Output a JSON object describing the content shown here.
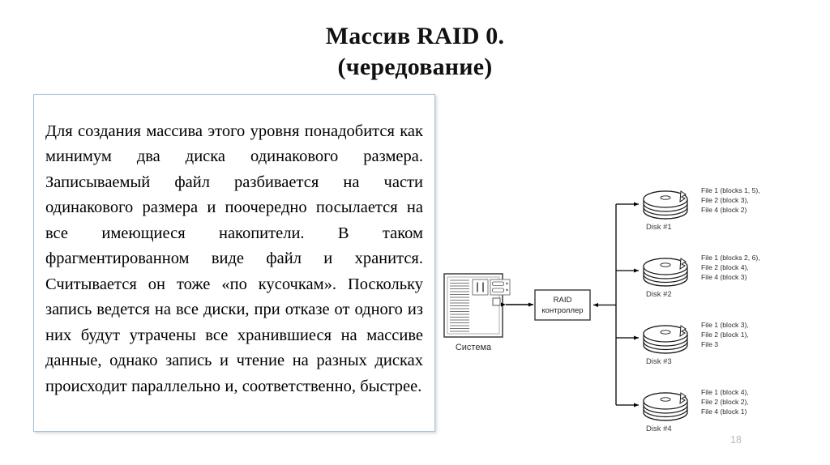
{
  "slide": {
    "title_line_1": "Массив RAID 0.",
    "title_line_2": "(чередование)",
    "page_number": "18",
    "accent_border_color": "#a8c0d8",
    "text_color": "#000000",
    "page_number_color": "#b9b9b9"
  },
  "body": {
    "paragraph": "Для создания массива этого уровня понадобится как минимум два диска одинакового размера. Записываемый файл разбивается на части одинакового размера и поочередно посылается на все имеющиеся накопители. В таком фрагментированном виде файл и хранится. Считывается он тоже «по кусочкам». Поскольку запись ведется на все диски, при отказе от одного из них будут утрачены все хранившиеся на массиве данные, однако запись и чтение на разных дисках происходит параллельно и, соответственно, быстрее."
  },
  "diagram": {
    "system": {
      "caption": "Система",
      "icon": "computer-tower-icon"
    },
    "controller": {
      "line_1": "RAID",
      "line_2": "контроллер"
    },
    "connector_system_to_controller": "double-headed-arrow",
    "disks": [
      {
        "caption": "Disk #1",
        "files": [
          "File 1 (blocks 1, 5),",
          "File 2 (block 3),",
          "File 4 (block 2)"
        ]
      },
      {
        "caption": "Disk #2",
        "files": [
          "File 1 (blocks 2, 6),",
          "File 2 (block 4),",
          "File 4 (block 3)"
        ]
      },
      {
        "caption": "Disk #3",
        "files": [
          "File 1 (block 3),",
          "File 2 (block 1),",
          "File 3"
        ]
      },
      {
        "caption": "Disk #4",
        "files": [
          "File 1 (block 4),",
          "File 2 (block 2),",
          "File 4 (block 1)"
        ]
      }
    ]
  }
}
